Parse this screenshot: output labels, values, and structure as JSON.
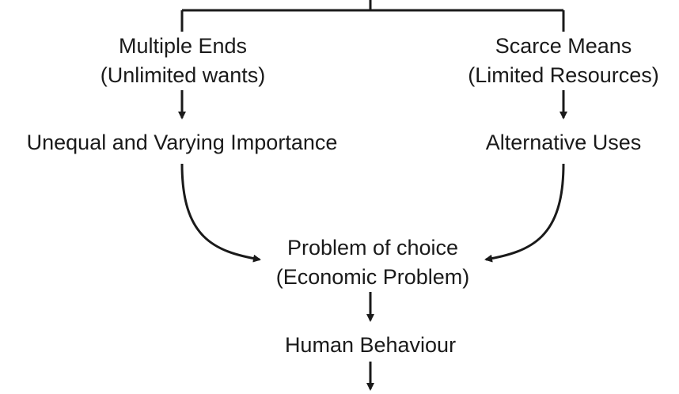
{
  "diagram": {
    "nodes": {
      "multiple_ends": {
        "line1": "Multiple Ends",
        "line2": "(Unlimited wants)"
      },
      "scarce_means": {
        "line1": "Scarce Means",
        "line2": "(Limited Resources)"
      },
      "unequal_importance": {
        "label": "Unequal and Varying Importance"
      },
      "alternative_uses": {
        "label": "Alternative Uses"
      },
      "problem_of_choice": {
        "line1": "Problem of choice",
        "line2": "(Economic Problem)"
      },
      "human_behaviour": {
        "label": "Human Behaviour"
      }
    },
    "colors": {
      "ink": "#1a1a1a",
      "background": "#ffffff"
    }
  }
}
